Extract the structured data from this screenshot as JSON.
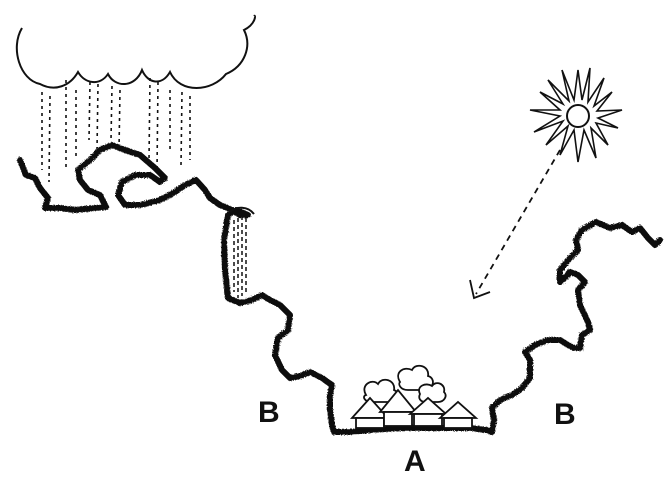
{
  "labels": {
    "b_left": "B",
    "a": "A",
    "b_right": "B"
  },
  "colors": {
    "ink": "#111111",
    "background": "#ffffff"
  },
  "icons": {
    "cloud": "cloud-icon",
    "rain": "rain-icon",
    "sun": "sun-icon",
    "sunlight_arrow": "arrow-down-left-icon",
    "waterfall": "waterfall-icon",
    "village": "village-huts-icon",
    "trees": "tree-icon"
  }
}
